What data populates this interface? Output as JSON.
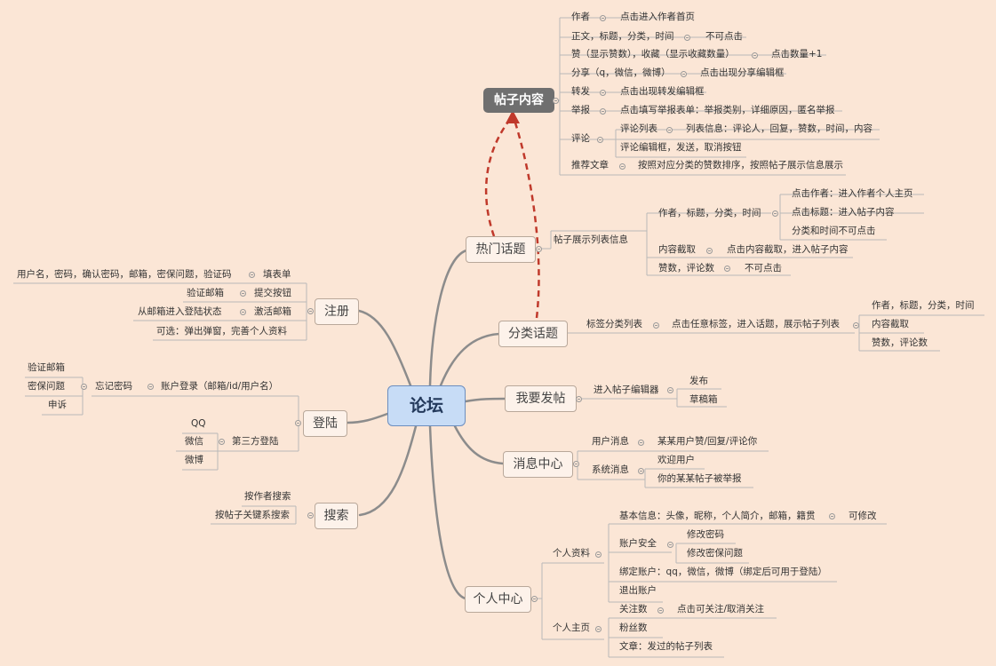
{
  "center": "论坛",
  "main": {
    "post_content": "帖子内容",
    "hot": "热门话题",
    "category": "分类话题",
    "publish": "我要发帖",
    "message": "消息中心",
    "personal": "个人中心",
    "register": "注册",
    "login": "登陆",
    "search": "搜索"
  },
  "post_content": {
    "author": "作者",
    "author_action": "点击进入作者首页",
    "body": "正文，标题，分类，时间",
    "body_action": "不可点击",
    "likes": "赞（显示赞数），收藏（显示收藏数量）",
    "likes_action": "点击数量+1",
    "share": "分享（q，微信，微博）",
    "share_action": "点击出现分享编辑框",
    "forward": "转发",
    "forward_action": "点击出现转发编辑框",
    "report": "举报",
    "report_action": "点击填写举报表单：举报类别，详细原因，匿名举报",
    "comment": "评论",
    "comment_list": "评论列表",
    "comment_list_info": "列表信息：评论人，回复，赞数，时间，内容",
    "comment_edit": "评论编辑框，发送，取消按钮",
    "recommend": "推荐文章",
    "recommend_action": "按照对应分类的赞数排序，按照帖子展示信息展示"
  },
  "hot": {
    "display": "帖子展示列表信息",
    "meta": "作者，标题，分类，时间",
    "click_author": "点击作者：进入作者个人主页",
    "click_title": "点击标题：进入帖子内容",
    "no_click": "分类和时间不可点击",
    "excerpt": "内容截取",
    "excerpt_action": "点击内容截取，进入帖子内容",
    "counts": "赞数，评论数",
    "counts_action": "不可点击"
  },
  "category": {
    "tags": "标签分类列表",
    "tags_action": "点击任意标签，进入话题，展示帖子列表",
    "meta": "作者，标题，分类，时间",
    "excerpt": "内容截取",
    "counts": "赞数，评论数"
  },
  "publish": {
    "editor": "进入帖子编辑器",
    "post": "发布",
    "draft": "草稿箱"
  },
  "message": {
    "user": "用户消息",
    "user_detail": "某某用户赞/回复/评论你",
    "system": "系统消息",
    "welcome": "欢迎用户",
    "reported": "你的某某帖子被举报"
  },
  "personal": {
    "profile": "个人资料",
    "basic": "基本信息：头像，昵称，个人简介，邮箱，籍贯",
    "editable": "可修改",
    "security": "账户安全",
    "change_pwd": "修改密码",
    "change_q": "修改密保问题",
    "bind": "绑定账户：qq，微信，微博（绑定后可用于登陆）",
    "logout": "退出账户",
    "home": "个人主页",
    "follow": "关注数",
    "follow_action": "点击可关注/取消关注",
    "fans": "粉丝数",
    "articles": "文章：发过的帖子列表"
  },
  "register": {
    "form": "填表单",
    "form_fields": "用户名，密码，确认密码，邮箱，密保问题，验证码",
    "submit": "提交按钮",
    "submit_src": "验证邮箱",
    "activate": "激活邮箱",
    "activate_src": "从邮箱进入登陆状态",
    "optional": "可选：弹出弹窗，完善个人资料"
  },
  "login": {
    "account": "账户登录（邮箱/id/用户名）",
    "forgot": "忘记密码",
    "verify": "验证邮箱",
    "security_q": "密保问题",
    "appeal": "申诉",
    "third": "第三方登陆",
    "qq": "QQ",
    "wechat": "微信",
    "weibo": "微博"
  },
  "search": {
    "by_author": "按作者搜索",
    "by_keyword": "按帖子关键系搜索"
  },
  "colors": {
    "background": "#fbe6d6",
    "center_fill": "#c7dcf6",
    "post_content_fill": "#6f6f6f",
    "dashed_arrow": "#c0392b"
  }
}
